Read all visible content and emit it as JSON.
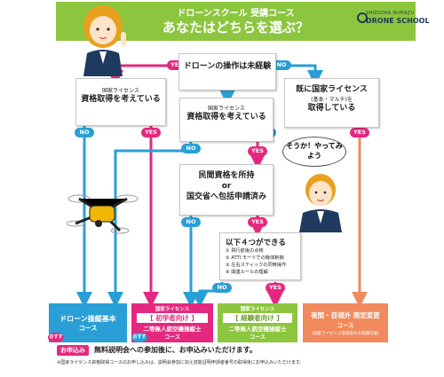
{
  "header": {
    "subtitle": "ドローンスクール 受講コース",
    "title": "あなたはどちらを選ぶ？"
  },
  "logo": {
    "line1": "SHIZUOKA NUMAZU",
    "line2": "DRONE SCHOOL"
  },
  "start": {
    "text": "ドローンの操作は未経験"
  },
  "box_left": {
    "small": "国家ライセンス",
    "big": "資格取得を考えている"
  },
  "box_right": {
    "big": "既に国家ライセンス",
    "small": "(基本・マルチ)を",
    "big2": "取得している"
  },
  "box_mid": {
    "small": "国家ライセンス",
    "big": "資格取得を考えている"
  },
  "box_private": {
    "line1": "民間資格を所持",
    "line2": "or",
    "line3": "国交省へ包括申請済み"
  },
  "skills": {
    "title": "以下４つができる",
    "items": [
      "① 飛行前後の点検",
      "② ATTI モードでの機体制御",
      "③ 左右スティックの同時操作",
      "④ 関連ルールの理解"
    ]
  },
  "bubble": {
    "text": "そうか！やってみよう"
  },
  "labels": {
    "no": "NO",
    "yes": "YES"
  },
  "courses": [
    {
      "line1": "ドローン操縦基本",
      "line2": "コース",
      "badge": "おすすめ",
      "color": "#2a9fd6"
    },
    {
      "tag": "国家ライセンス",
      "line1": "[ 初学者向け ]",
      "line2": "二等無人航空機操縦士",
      "line3": "コース",
      "badge": "おすすめ",
      "color": "#e5287f"
    },
    {
      "tag": "国家ライセンス",
      "line1": "[ 経験者向け ]",
      "line2": "二等無人航空機操縦士",
      "line3": "コース",
      "color": "#8cc63f"
    },
    {
      "line1": "夜間・目視外 限定変更",
      "line2": "コース",
      "note": "(国家ライセンス取得者のみ受講可能)",
      "color": "#f08a5d"
    }
  ],
  "apply": {
    "badge": "お申込み",
    "text": "無料説明会への参加後に、お申込みいただけます。"
  },
  "footnote": "※国家ライセンス資格取得コースのお申し込みは、説明会参加に加え技能証明申請者番号の取得後にお申込みいただけます。",
  "colors": {
    "green": "#8cc63f",
    "blue": "#2a9fd6",
    "pink": "#e5287f",
    "orange": "#f08a5d",
    "yellow": "#ffe600",
    "drone": "#f2b705"
  }
}
